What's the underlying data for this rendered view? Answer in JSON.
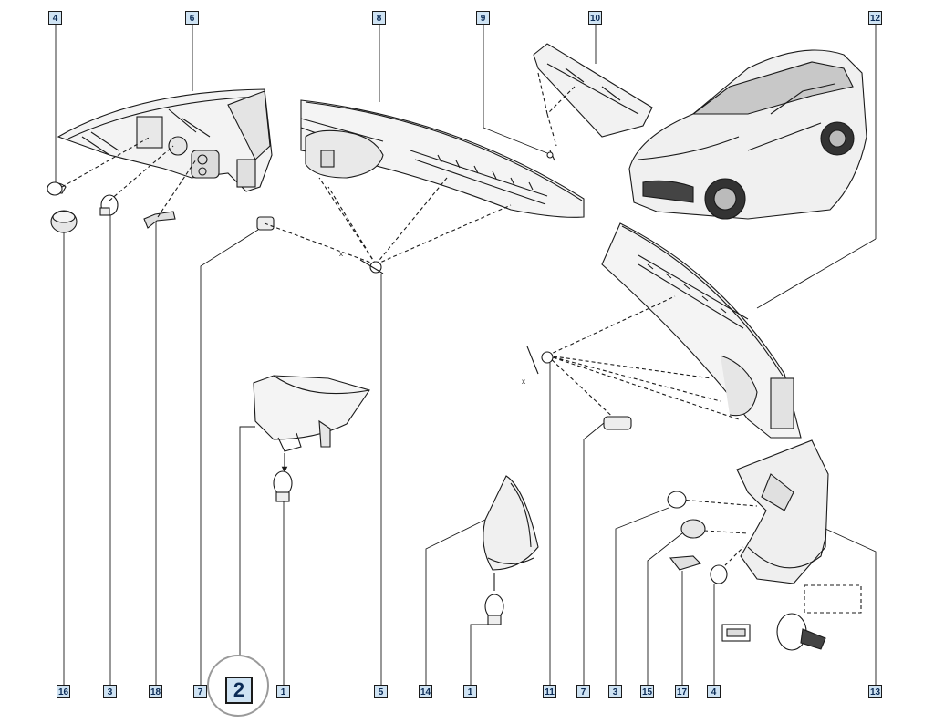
{
  "callouts": {
    "top": [
      "4",
      "6",
      "8",
      "9",
      "10",
      "12"
    ],
    "bottom": [
      "16",
      "3",
      "18",
      "7",
      "2",
      "1",
      "5",
      "14",
      "1",
      "11",
      "7",
      "3",
      "15",
      "17",
      "4",
      "13"
    ]
  },
  "axis_marks": {
    "x_top": "x",
    "x_right": "x"
  },
  "colors": {
    "callout_bg": "#cfe3f3",
    "callout_text": "#0a2a55",
    "line": "#1a1a1a",
    "highlight_ring": "#9a9a9a"
  }
}
